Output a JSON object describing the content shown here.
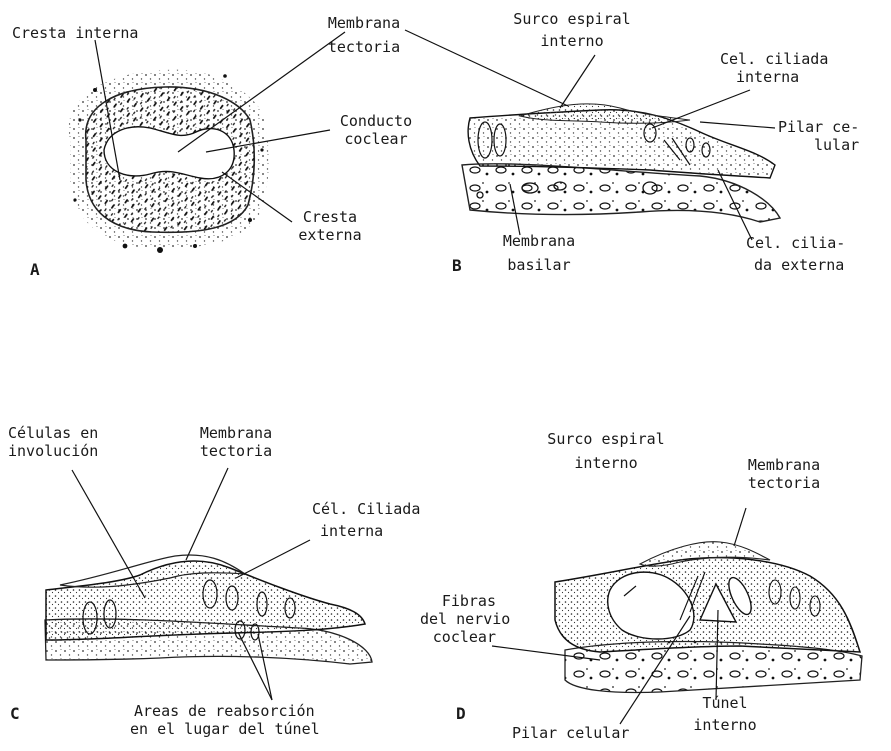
{
  "panels": {
    "A": {
      "letter": "A",
      "labels": {
        "cresta_interna": "Cresta interna",
        "membrana_tectoria": [
          "Membrana",
          "tectoria"
        ],
        "conducto_coclear": [
          "Conducto",
          "coclear"
        ],
        "cresta_externa": [
          "Cresta",
          "externa"
        ]
      }
    },
    "B": {
      "letter": "B",
      "labels": {
        "surco_espiral_interno": [
          "Surco espiral",
          "interno"
        ],
        "cel_ciliada_interna": [
          "Cel. ciliada",
          "interna"
        ],
        "pilar_celular": [
          "Pilar ce-",
          "lular"
        ],
        "membrana_basilar": [
          "Membrana",
          "basilar"
        ],
        "cel_ciliada_externa": [
          "Cel. cilia-",
          "da externa"
        ]
      }
    },
    "C": {
      "letter": "C",
      "labels": {
        "celulas_en_involucion": [
          "Células en",
          "involución"
        ],
        "membrana_tectoria": [
          "Membrana",
          "tectoria"
        ],
        "cel_ciliada_interna": [
          "Cél. Ciliada",
          "interna"
        ],
        "areas_de_reabsorcion": [
          "Areas de reabsorción",
          "en el lugar del túnel"
        ]
      }
    },
    "D": {
      "letter": "D",
      "labels": {
        "surco_espiral_interno": [
          "Surco espiral",
          "interno"
        ],
        "membrana_tectoria": [
          "Membrana",
          "tectoria"
        ],
        "fibras_nervio_coclear": [
          "Fibras",
          "del nervio",
          "coclear"
        ],
        "tunel_interno": [
          "Túnel",
          "interno"
        ],
        "pilar_celular": "Pilar celular"
      }
    }
  }
}
